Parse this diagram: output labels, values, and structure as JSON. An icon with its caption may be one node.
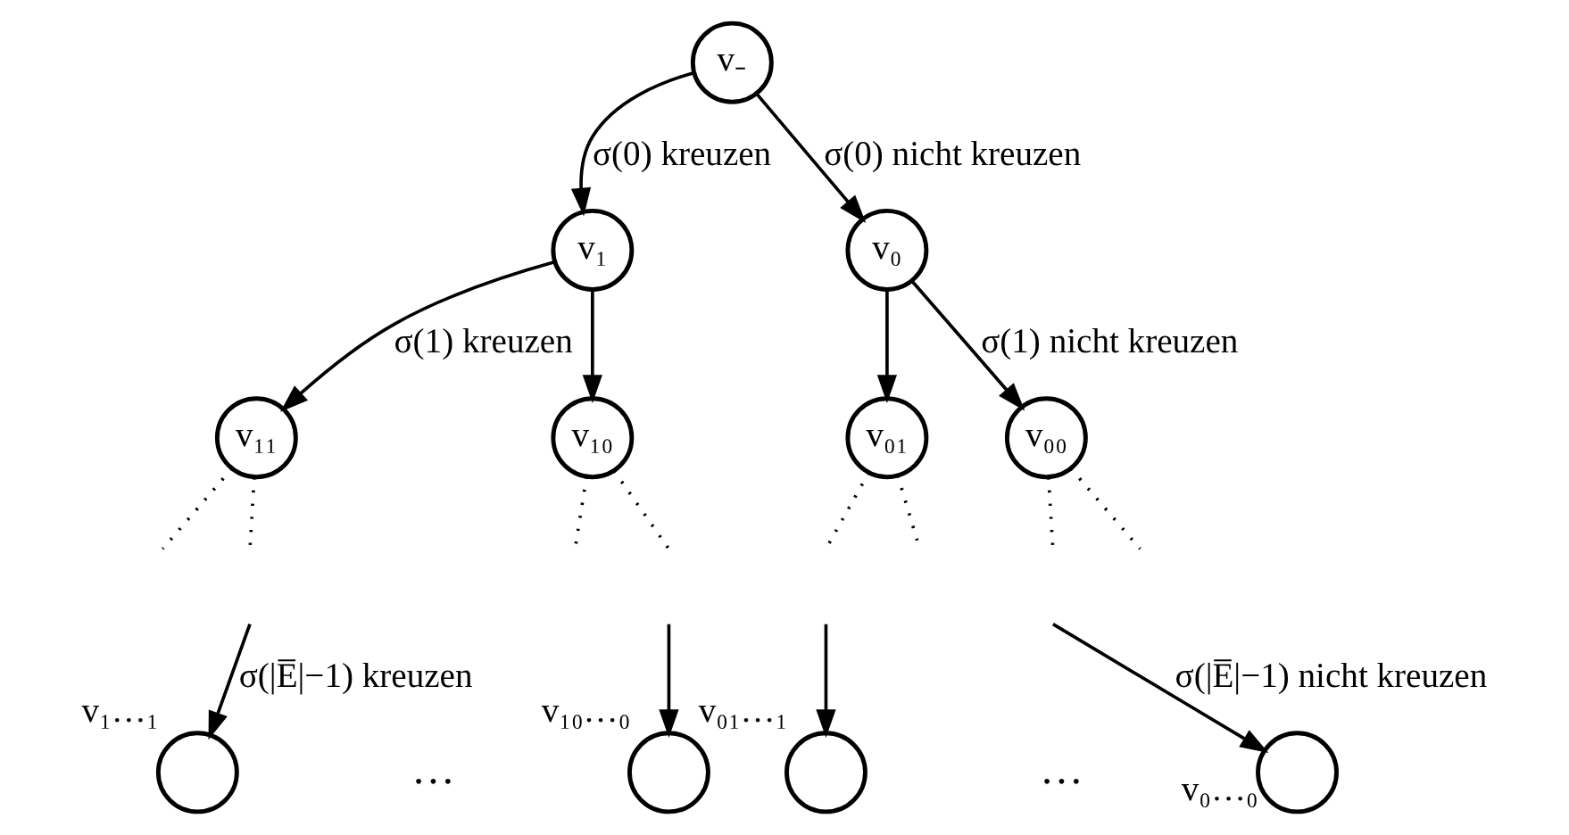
{
  "diagram": {
    "nodes": [
      {
        "text": [
          "v₋"
        ]
      },
      {
        "text": [
          "v₁"
        ]
      },
      {
        "text": [
          "v₀"
        ]
      },
      {
        "text": [
          "v₁₁"
        ]
      },
      {
        "text": [
          "v₁₀"
        ]
      },
      {
        "text": [
          "v₀₁"
        ]
      },
      {
        "text": [
          "v₀₀"
        ]
      },
      {
        "text": [],
        "shape": "circle",
        "beside": [
          "v₁…₁"
        ]
      },
      {
        "text": [],
        "shape": "circle",
        "beside": [
          "v₁₀…₀"
        ]
      },
      {
        "text": [],
        "shape": "circle",
        "beside": [
          "v₀₁…₁"
        ]
      },
      {
        "text": [],
        "shape": "circle",
        "beside": [
          "v₀…₀"
        ]
      }
    ],
    "edges": [
      {
        "from": 0,
        "to": 1,
        "arrow": "to",
        "label": "σ(0) kreuzen"
      },
      {
        "from": 0,
        "to": 2,
        "arrow": "to",
        "label": "σ(0) nicht kreuzen"
      },
      {
        "from": 1,
        "to": 3,
        "arrow": "to",
        "label": "σ(1) kreuzen"
      },
      {
        "from": 1,
        "to": 4,
        "arrow": "to"
      },
      {
        "from": 2,
        "to": 5,
        "arrow": "to"
      },
      {
        "from": 2,
        "to": 6,
        "arrow": "to",
        "label": "σ(1) nicht kreuzen"
      },
      {
        "from": 3,
        "to": null,
        "arrow": "none",
        "style": "dashed"
      },
      {
        "from": 3,
        "to": null,
        "arrow": "none",
        "style": "dashed"
      },
      {
        "from": 4,
        "to": null,
        "arrow": "none",
        "style": "dashed"
      },
      {
        "from": 4,
        "to": null,
        "arrow": "none",
        "style": "dashed"
      },
      {
        "from": 5,
        "to": null,
        "arrow": "none",
        "style": "dashed"
      },
      {
        "from": 5,
        "to": null,
        "arrow": "none",
        "style": "dashed"
      },
      {
        "from": 6,
        "to": null,
        "arrow": "none",
        "style": "dashed"
      },
      {
        "from": 6,
        "to": null,
        "arrow": "none",
        "style": "dashed"
      },
      {
        "from": null,
        "to": 7,
        "arrow": "to",
        "label": "σ(|E̅|−1) kreuzen"
      },
      {
        "from": null,
        "to": 8,
        "arrow": "to"
      },
      {
        "from": null,
        "to": 9,
        "arrow": "to"
      },
      {
        "from": null,
        "to": 10,
        "arrow": "to",
        "label": "σ(|E̅|−1) nicht kreuzen"
      }
    ],
    "labels": [
      "…",
      "…"
    ]
  }
}
